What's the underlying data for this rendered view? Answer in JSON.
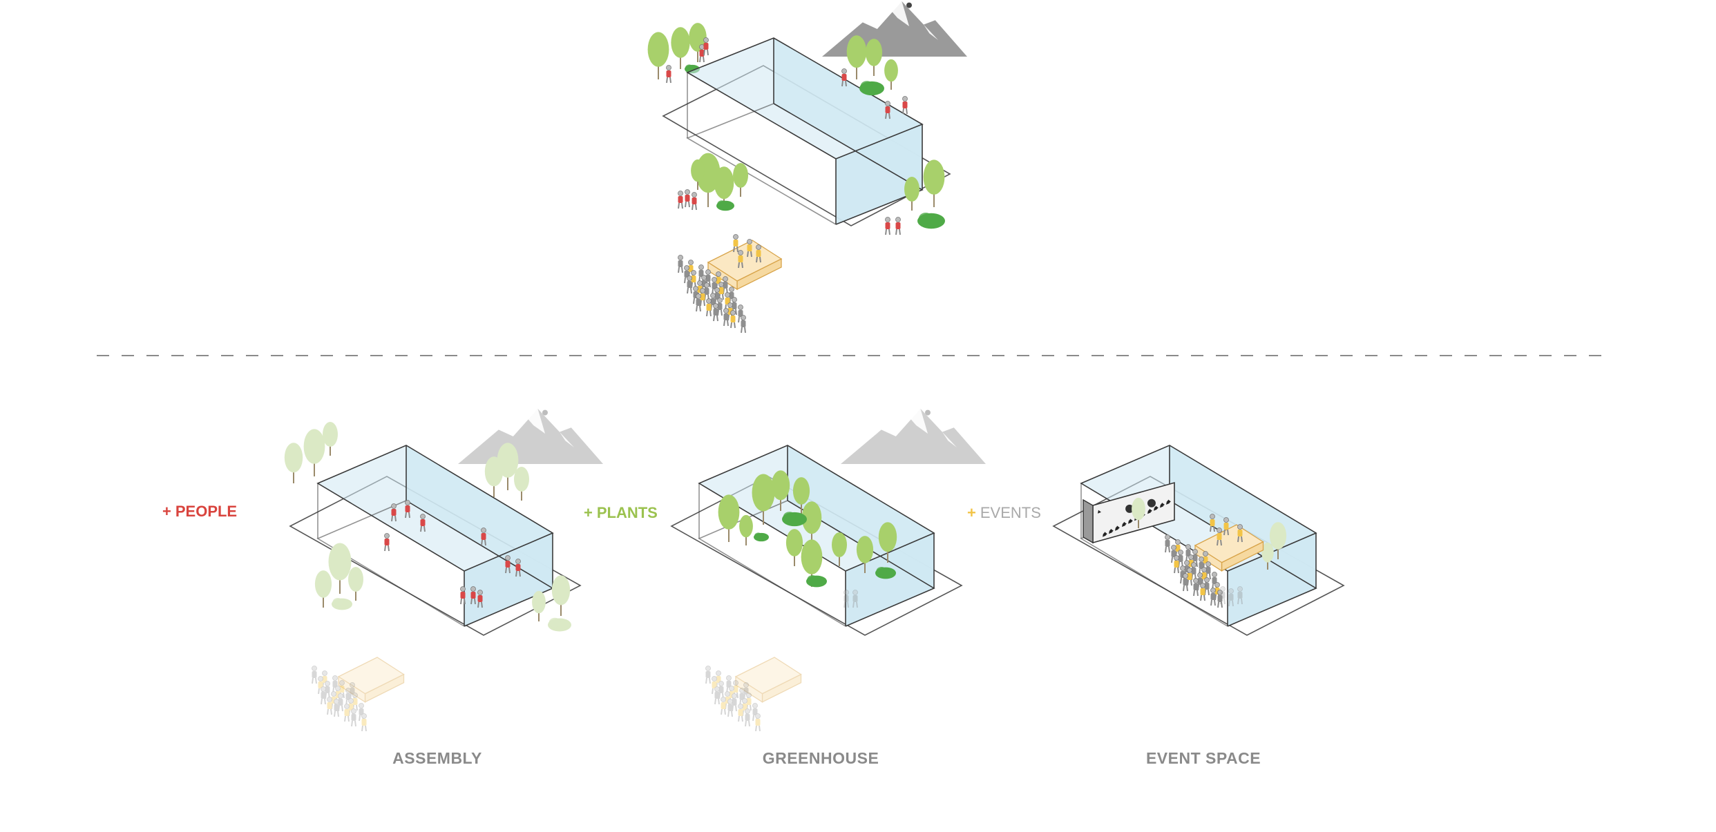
{
  "colors": {
    "box_fill": "#cfe8f2",
    "box_stroke": "#3a3a3a",
    "plate_stroke": "#555555",
    "tree_light": "#a8d06b",
    "tree_dark": "#4faa47",
    "tree_faded": "#dbe9c5",
    "mountain": "#9a9a9a",
    "mountain_faded": "#cfcfcf",
    "people_red": "#d94848",
    "people_gray": "#8f8f8f",
    "events_yellow": "#f2c447",
    "stage_fill": "#fbe8c3",
    "divider": "#8a8a8a",
    "people_text": "#d9443e",
    "plants_text": "#9bc24f",
    "events_plus": "#f2c447",
    "events_text": "#a9a9a9"
  },
  "operators": {
    "people": {
      "sign": "+",
      "label": "PEOPLE"
    },
    "plants": {
      "sign": "+",
      "label": "PLANTS"
    },
    "events": {
      "sign": "+",
      "label": "EVENTS"
    }
  },
  "captions": {
    "assembly": "ASSEMBLY",
    "greenhouse": "GREENHOUSE",
    "event_space": "EVENT SPACE"
  },
  "icons": {
    "mountain": "mountain-icon",
    "tree": "tree-icon",
    "bush": "bush-icon",
    "person": "person-icon",
    "stage": "stage-icon",
    "climbing_wall": "climbing-wall-icon",
    "glass_box": "glass-box-icon"
  }
}
